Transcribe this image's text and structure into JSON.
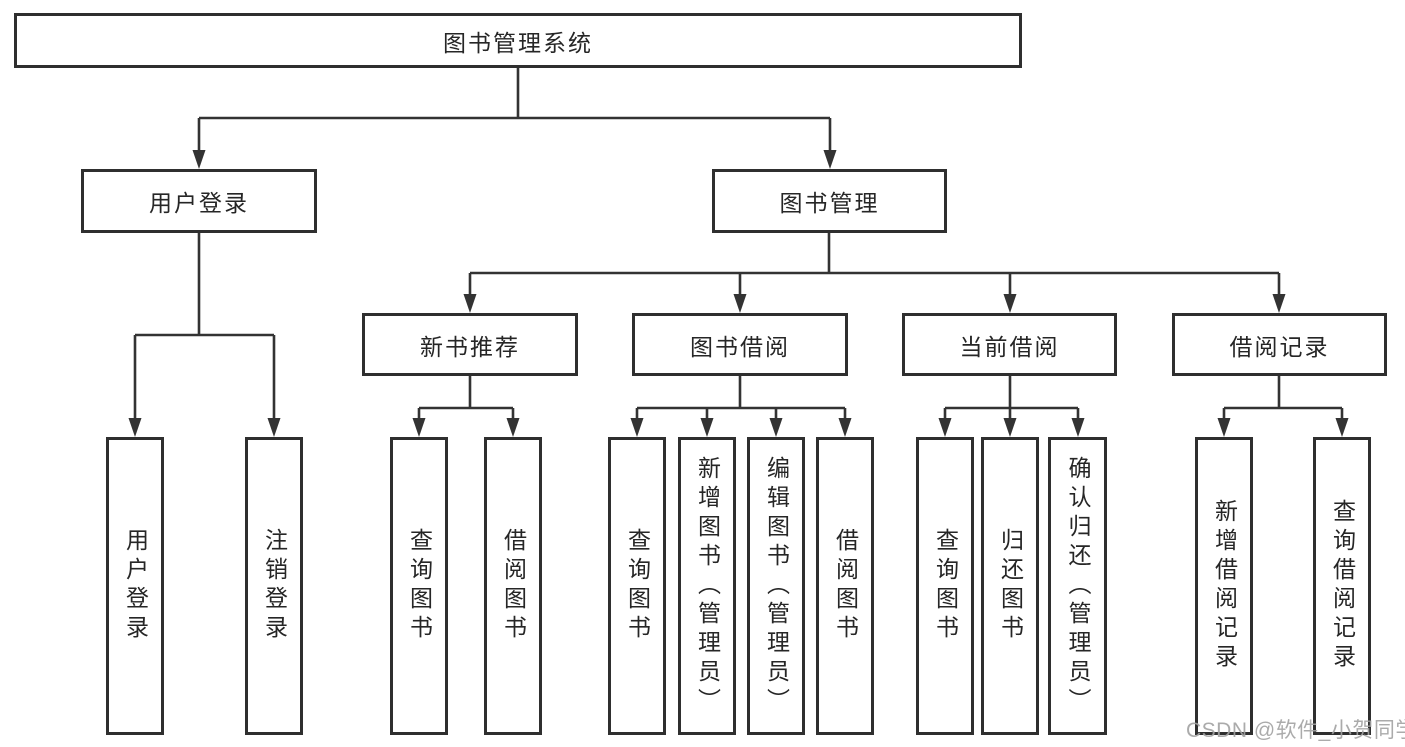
{
  "diagram": {
    "title": "图书管理系统",
    "branches": [
      {
        "label": "用户登录",
        "children": [
          {
            "label": "用户登录"
          },
          {
            "label": "注销登录"
          }
        ]
      },
      {
        "label": "图书管理",
        "children": [
          {
            "label": "新书推荐",
            "children": [
              {
                "label": "查询图书"
              },
              {
                "label": "借阅图书"
              }
            ]
          },
          {
            "label": "图书借阅",
            "children": [
              {
                "label": "查询图书"
              },
              {
                "label": "新增图书（管理员）"
              },
              {
                "label": "编辑图书（管理员）"
              },
              {
                "label": "借阅图书"
              }
            ]
          },
          {
            "label": "当前借阅",
            "children": [
              {
                "label": "查询图书"
              },
              {
                "label": "归还图书"
              },
              {
                "label": "确认归还（管理员）"
              }
            ]
          },
          {
            "label": "借阅记录",
            "children": [
              {
                "label": "新增借阅记录"
              },
              {
                "label": "查询借阅记录"
              }
            ]
          }
        ]
      }
    ]
  },
  "watermark": {
    "text": "CSDN @软件_小贺同学"
  },
  "colors": {
    "line": "#333333",
    "box_border": "#2f2f2f",
    "text": "#262626",
    "watermark": "#a3a3a3",
    "background": "#ffffff"
  }
}
